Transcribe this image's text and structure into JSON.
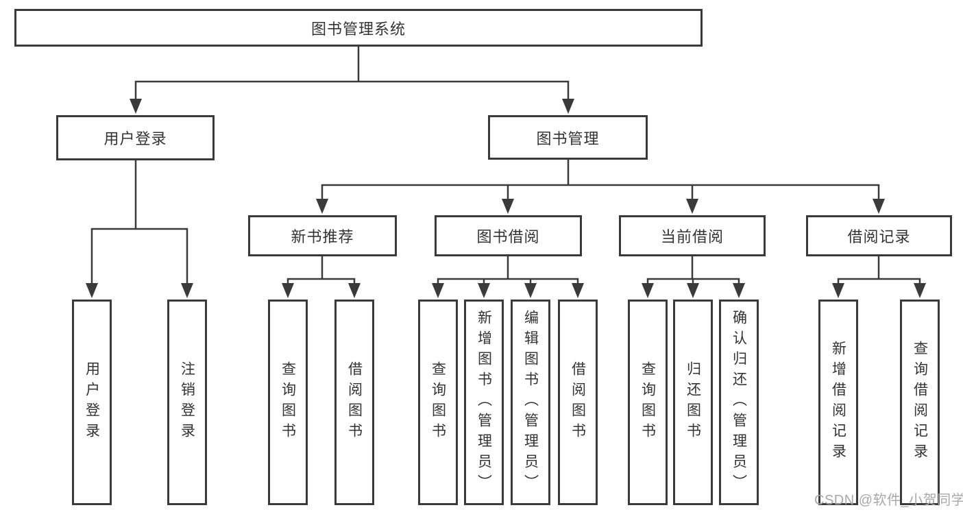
{
  "diagram": {
    "nodes": {
      "root": "图书管理系统",
      "level2": [
        "用户登录",
        "图书管理"
      ],
      "level3": [
        "新书推荐",
        "图书借阅",
        "当前借阅",
        "借阅记录"
      ],
      "leaves": [
        "用户登录",
        "注销登录",
        "查询图书",
        "借阅图书",
        "查询图书",
        "新增图书（管理员）",
        "编辑图书（管理员）",
        "借阅图书",
        "查询图书",
        "归还图书",
        "确认归还（管理员）",
        "新增借阅记录",
        "查询借阅记录"
      ]
    },
    "watermark": "CSDN @软件_小贺同学",
    "colors": {
      "line": "#3a3a3a",
      "text": "#333333",
      "watermark": "#a8a8a8",
      "background": "#ffffff"
    }
  }
}
